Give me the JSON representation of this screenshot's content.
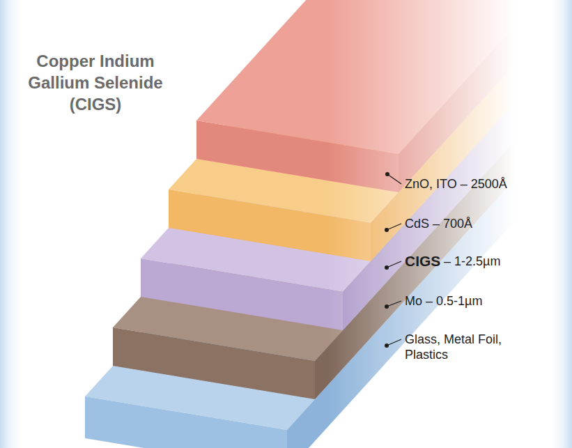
{
  "diagram": {
    "title": "Copper Indium Gallium Selenide (CIGS)",
    "labels": [
      "ZnO, ITO – 2500Å",
      "CdS – 700Å",
      "CIGS",
      "– 1-2.5µm",
      "Mo – 0.5-1µm",
      "Glass, Metal Foil, Plastics"
    ]
  }
}
